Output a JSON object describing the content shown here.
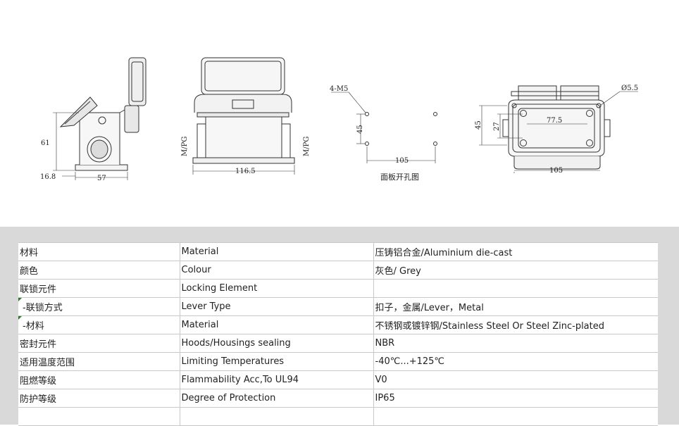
{
  "drawing": {
    "side_view": {
      "height_dim": "61",
      "offset_dim": "16.8",
      "width_dim": "57"
    },
    "front_view": {
      "width_dim": "116.5",
      "thread_left": "M/PG",
      "thread_right": "M/PG"
    },
    "cutout_view": {
      "holes_label": "4-M5",
      "height_dim": "45",
      "width_dim": "105",
      "caption": "面板开孔图"
    },
    "top_view": {
      "dia_label": "Ø5.5",
      "outer_h": "45",
      "inner_h": "27",
      "inner_w": "77.5",
      "outer_w": "105"
    }
  },
  "specs": [
    {
      "cn": "材料",
      "en": "Material",
      "value": "压铸铝合金/Aluminium die-cast",
      "flag": false
    },
    {
      "cn": "颜色",
      "en": "Colour",
      "value": "灰色/ Grey",
      "flag": false
    },
    {
      "cn": "联锁元件",
      "en": "Locking Element",
      "value": "",
      "flag": false
    },
    {
      "cn": "-联锁方式",
      "en": "Lever Type",
      "value": "扣子，金属/Lever，Metal",
      "flag": true
    },
    {
      "cn": "-材料",
      "en": "Material",
      "value": "不锈钢或镀锌钢/Stainless Steel Or Steel Zinc-plated",
      "flag": true
    },
    {
      "cn": "密封元件",
      "en": "Hoods/Housings sealing",
      "value": "NBR",
      "flag": false
    },
    {
      "cn": "适用温度范围",
      "en": "Limiting Temperatures",
      "value": "-40℃...+125℃",
      "flag": false
    },
    {
      "cn": "阻燃等级",
      "en": "Flammability Acc,To UL94",
      "value": "V0",
      "flag": false
    },
    {
      "cn": "防护等级",
      "en": "Degree of Protection",
      "value": "IP65",
      "flag": false
    },
    {
      "cn": "",
      "en": "",
      "value": "",
      "flag": false
    }
  ]
}
